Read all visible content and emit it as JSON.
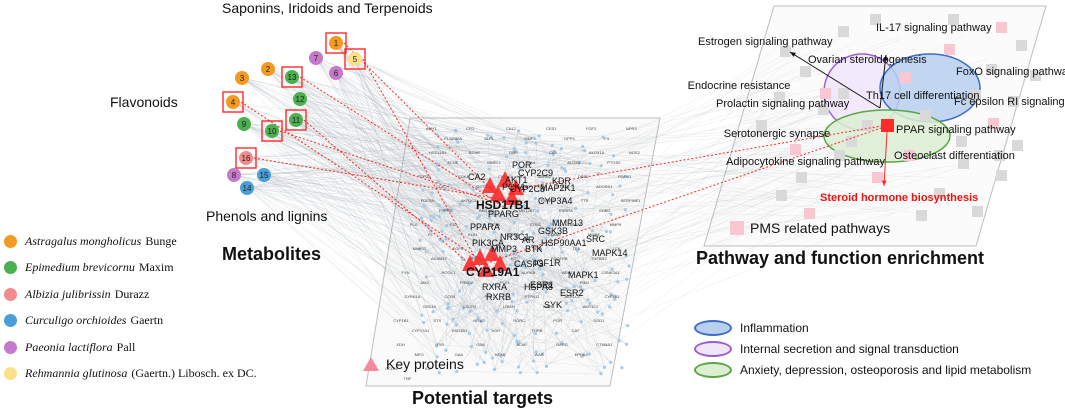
{
  "group_labels": {
    "saponins": "Saponins, Iridoids and Terpenoids",
    "flavonoids": "Flavonoids",
    "phenols": "Phenols and lignins"
  },
  "titles": {
    "metabolites": "Metabolites",
    "targets": "Potential targets",
    "pathways": "Pathway and function enrichment"
  },
  "species_legend": [
    {
      "latin": "Astragalus mongholicus",
      "author": "Bunge",
      "color": "#f39a22"
    },
    {
      "latin": "Epimedium brevicornu",
      "author": "Maxim",
      "color": "#4caf50"
    },
    {
      "latin": "Albizia julibrissin",
      "author": "Durazz",
      "color": "#f28b8b"
    },
    {
      "latin": "Curculigo orchioides",
      "author": "Gaertn",
      "color": "#4a9fd8"
    },
    {
      "latin": "Paeonia lactiflora",
      "author": "Pall",
      "color": "#c57ac9"
    },
    {
      "latin": "Rehmannia glutinosa",
      "author": "(Gaertn.) Libosch. ex DC.",
      "color": "#fbe08a"
    }
  ],
  "metabolite_nodes": [
    {
      "id": "1",
      "color": "#f39a22",
      "boxed": true
    },
    {
      "id": "5",
      "color": "#fbe08a",
      "boxed": true
    },
    {
      "id": "7",
      "color": "#c57ac9",
      "boxed": false
    },
    {
      "id": "6",
      "color": "#c57ac9",
      "boxed": false
    },
    {
      "id": "3",
      "color": "#f39a22",
      "boxed": false
    },
    {
      "id": "2",
      "color": "#f39a22",
      "boxed": false
    },
    {
      "id": "13",
      "color": "#4caf50",
      "boxed": true
    },
    {
      "id": "12",
      "color": "#4caf50",
      "boxed": false
    },
    {
      "id": "4",
      "color": "#f39a22",
      "boxed": true
    },
    {
      "id": "9",
      "color": "#4caf50",
      "boxed": false
    },
    {
      "id": "10",
      "color": "#4caf50",
      "boxed": true
    },
    {
      "id": "11",
      "color": "#4caf50",
      "boxed": true
    },
    {
      "id": "16",
      "color": "#f28b8b",
      "boxed": true
    },
    {
      "id": "8",
      "color": "#c57ac9",
      "boxed": false
    },
    {
      "id": "15",
      "color": "#4a9fd8",
      "boxed": false
    },
    {
      "id": "14",
      "color": "#4a9fd8",
      "boxed": false
    }
  ],
  "key_genes_bold": [
    "HSD17B1",
    "CYP19A1"
  ],
  "key_genes": [
    "PPARG",
    "PPARA",
    "AKT1",
    "PCK1",
    "CYP2C9",
    "CYP2C8",
    "MAP2K1",
    "KDR",
    "BTK",
    "HSP90AA1",
    "GSK3B",
    "MMP13",
    "MMP3",
    "NR3C1",
    "RXRA",
    "RXRB",
    "ESR1",
    "ESR2",
    "SYK",
    "HSPA8",
    "MAPK1",
    "MAPK14",
    "CASP3",
    "IGF1R",
    "SRC",
    "AR",
    "PIK3CA",
    "POR",
    "CA2",
    "CYP3A4"
  ],
  "minor_genes": [
    "AMY1",
    "PLA2G2A",
    "CFD",
    "ALPL",
    "CA12",
    "MMP2",
    "CES1",
    "DPP4",
    "FGF2",
    "F3",
    "NPR3",
    "HSD11B1",
    "ACHE",
    "BCHE",
    "MMEL1",
    "FAP",
    "CA4",
    "CA9",
    "ALOX5",
    "ALOX15",
    "PTGS2",
    "NOS2",
    "TOP2A",
    "CDK2",
    "CDK4",
    "GSTP1",
    "CHRM1",
    "CHRM2",
    "ADRB2",
    "HTR2A",
    "DRD2",
    "ADORA1",
    "PDE4D",
    "PDE5A",
    "PTPN1",
    "AKR1C3",
    "AKR1B1",
    "SULT2B1",
    "UGT2B7",
    "ESRRG",
    "ESRRA",
    "TTR",
    "SHBG",
    "SERPINE1",
    "PLG",
    "F2",
    "F10",
    "KLK1",
    "CTSK",
    "CTSS",
    "CTSG",
    "ELANE",
    "MMP1",
    "MMP8",
    "MMP9",
    "MMP12",
    "ADAM17",
    "EGFR",
    "ERBB2",
    "MET",
    "KIT",
    "FLT3",
    "PDGFRB",
    "TEK",
    "TGFBR2",
    "LCK",
    "FYN",
    "JAK2",
    "ROCK1",
    "PRKCA",
    "PRKCB",
    "PLK1",
    "AURKA",
    "CHEK1",
    "WEE1",
    "PIM1",
    "CSNK2A1",
    "DYRK1A",
    "GSK3A",
    "CCR4",
    "CXCR2",
    "FPR1",
    "LTA4H",
    "PTPN11",
    "INSR",
    "AKR1C1",
    "AKR1C2",
    "CYP1A1",
    "CYP1B1",
    "CYP17A1",
    "STS",
    "HSD3B1",
    "NR1I2",
    "VDR",
    "RORC",
    "THRB",
    "PGR",
    "CAT",
    "SOD1",
    "XDH",
    "MPO",
    "TYR",
    "GAA",
    "GBA",
    "HEXB",
    "AChE",
    "WAS",
    "RARG",
    "EPHB4",
    "CTNNA1",
    "CCL24",
    "TNF",
    "IL2"
  ],
  "pathway_labels": {
    "il17": "IL-17 signaling pathway",
    "estrogen": "Estrogen signaling pathway",
    "ovarian": "Ovarian steroidogenesis",
    "endocrine": "Endocrine resistance",
    "foxo": "FoxO signaling pathway",
    "th17": "Th17 cell differentiation",
    "prolactin": "Prolactin signaling pathway",
    "fc": "Fc epsilon RI signaling pathway",
    "serotonergic": "Serotonergic synapse",
    "ppar": "PPAR signaling pathway",
    "adipocytokine": "Adipocytokine signaling pathway",
    "osteoclast": "Osteoclast differentiation",
    "steroid": "Steroid hormone biosynthesis",
    "pms": "PMS related pathways"
  },
  "key_proteins_label": "Key proteins",
  "function_legend": [
    {
      "label": "Inflammation",
      "fill": "#b9cfee",
      "stroke": "#3b6fc9"
    },
    {
      "label": "Internal secretion and signal transduction",
      "fill": "#f0e6fa",
      "stroke": "#9a5cd0"
    },
    {
      "label": "Anxiety, depression, osteoporosis and lipid metabolism",
      "fill": "#dcefd2",
      "stroke": "#5aa546"
    }
  ],
  "colors": {
    "highlight": "#ff2a2a",
    "pms_square": "#f8c7d2",
    "grey_square": "#d9d9d9"
  }
}
